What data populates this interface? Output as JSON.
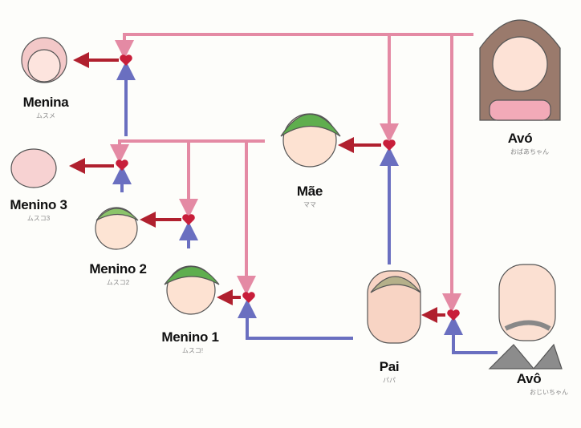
{
  "members": {
    "menina": {
      "name": "Menina",
      "sub": "ムスメ"
    },
    "menino3": {
      "name": "Menino 3",
      "sub": "ムスコ3"
    },
    "menino2": {
      "name": "Menino 2",
      "sub": "ムスコ2"
    },
    "menino1": {
      "name": "Menino 1",
      "sub": "ムスコ!"
    },
    "mae": {
      "name": "Mãe",
      "sub": "ママ"
    },
    "pai": {
      "name": "Pai",
      "sub": "パパ"
    },
    "avo_f": {
      "name": "Avó",
      "sub": "おばあちゃん"
    },
    "avo_m": {
      "name": "Avô",
      "sub": "おじいちゃん"
    }
  },
  "colors": {
    "pink": "#e48aa4",
    "blue": "#6a6fc0",
    "red": "#b0202e",
    "heart": "#c81e3a"
  }
}
